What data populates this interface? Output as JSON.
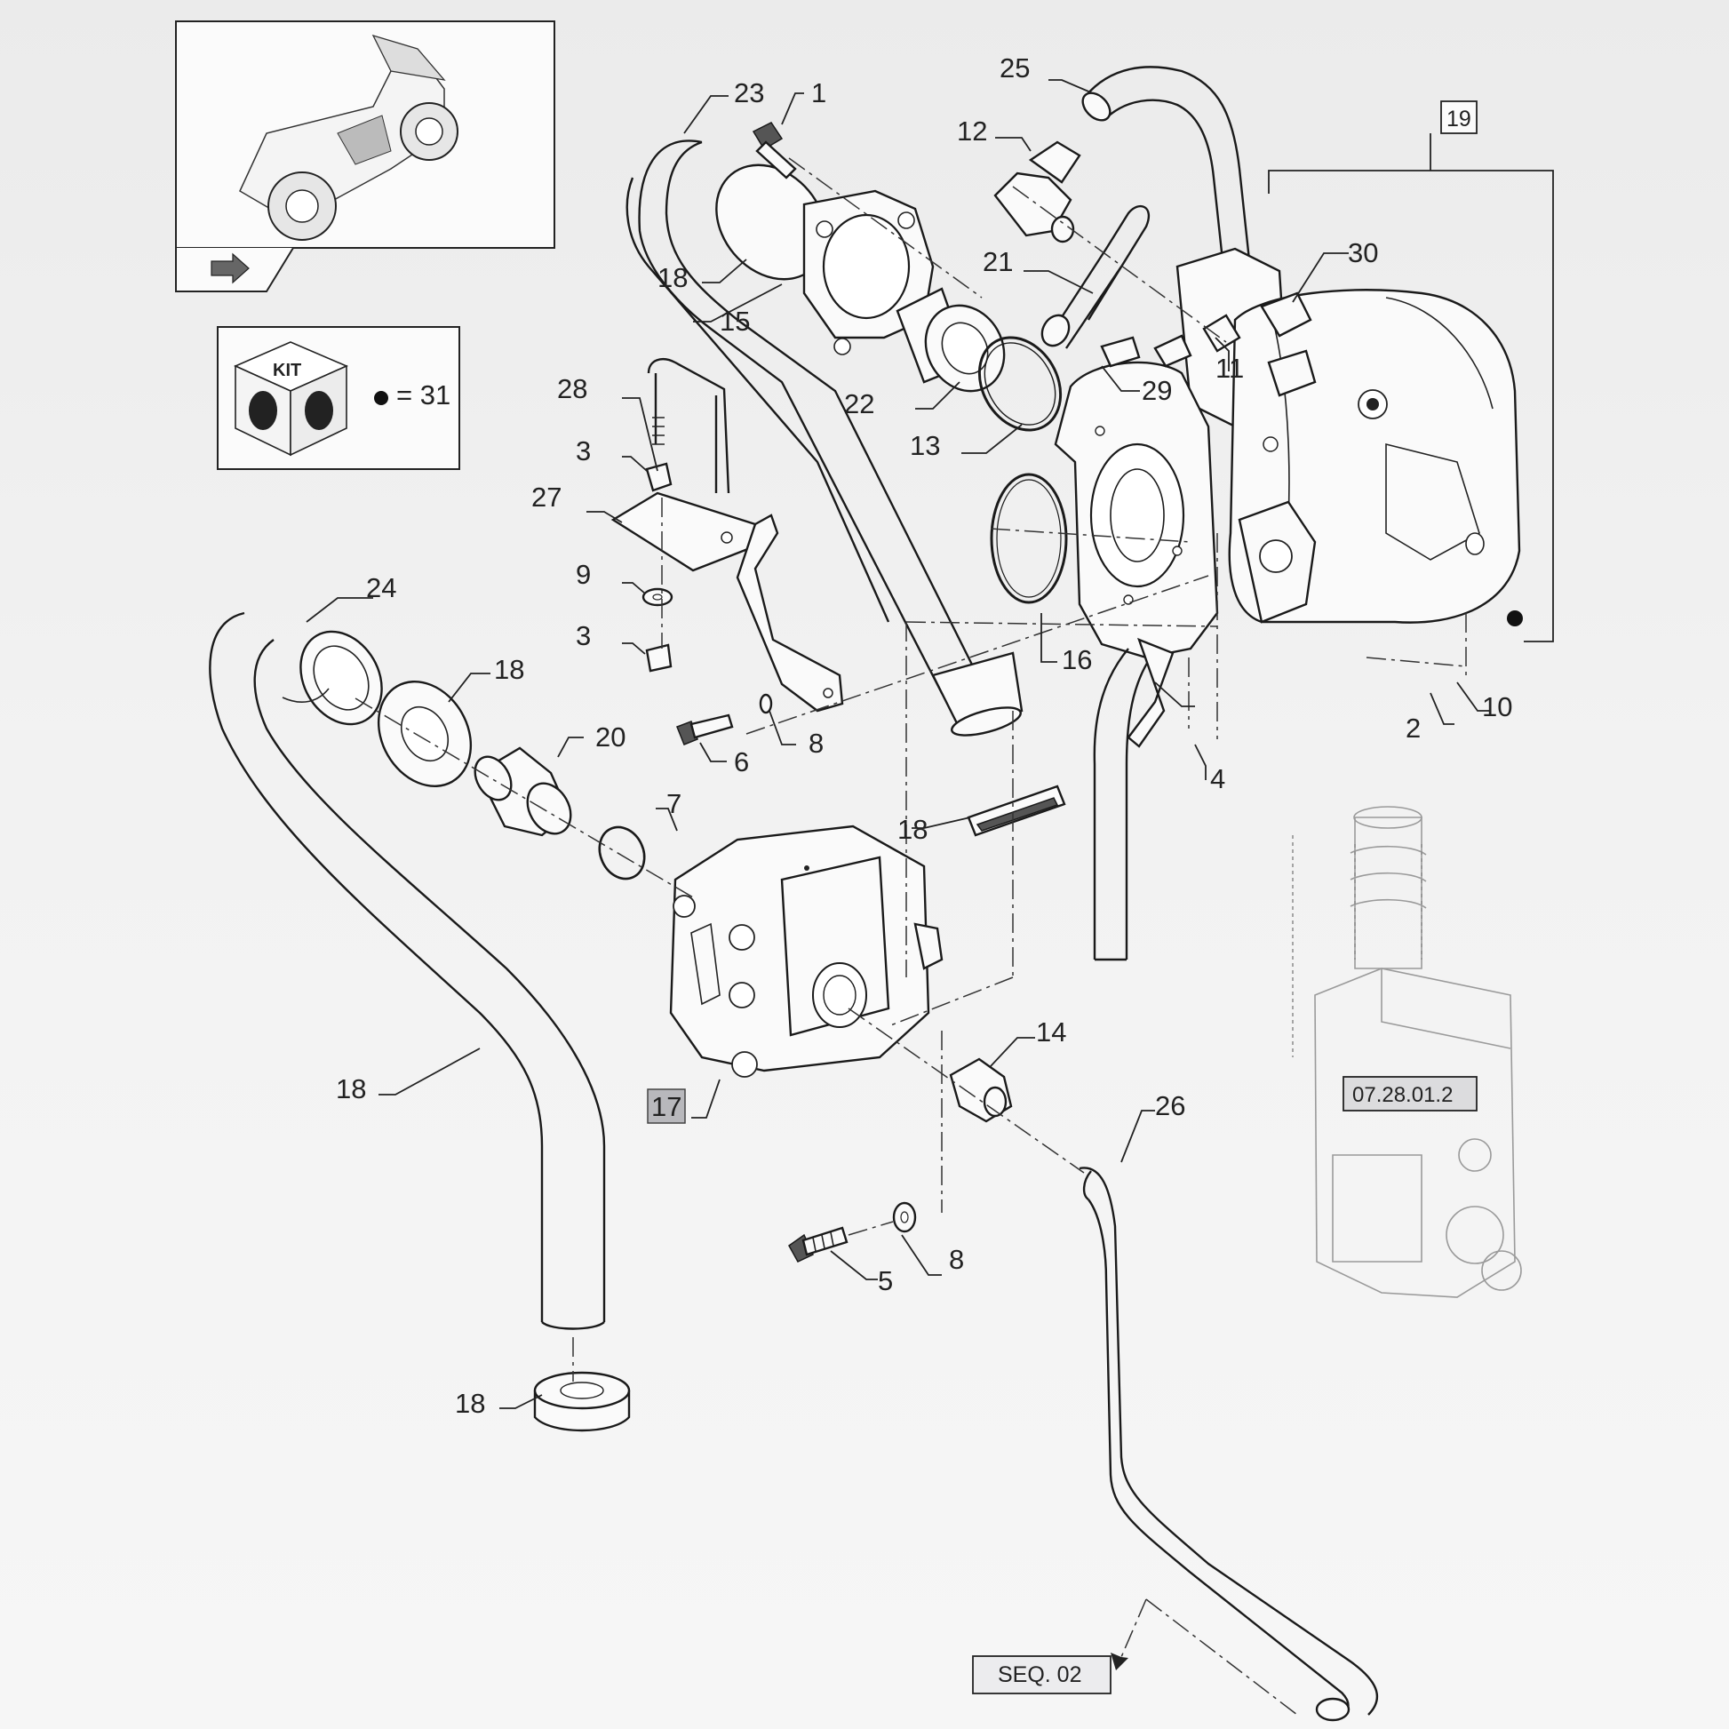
{
  "callouts": {
    "c1": "1",
    "c2": "2",
    "c3a": "3",
    "c3b": "3",
    "c4": "4",
    "c5": "5",
    "c6": "6",
    "c7": "7",
    "c8a": "8",
    "c8b": "8",
    "c9": "9",
    "c10": "10",
    "c11": "11",
    "c12": "12",
    "c13": "13",
    "c14": "14",
    "c15": "15",
    "c16": "16",
    "c17": "17",
    "c18a": "18",
    "c18b": "18",
    "c18c": "18",
    "c18d": "18",
    "c18e": "18",
    "c19": "19",
    "c20": "20",
    "c21": "21",
    "c22": "22",
    "c23": "23",
    "c24": "24",
    "c25": "25",
    "c26": "26",
    "c27": "27",
    "c28": "28",
    "c29": "29",
    "c30": "30"
  },
  "kit": {
    "label": "KIT",
    "equals": "= 31"
  },
  "references": {
    "ref1": "07.28.01.2",
    "ref2": "SEQ. 02"
  },
  "colors": {
    "highlight": "#b8b8bc",
    "line": "#1a1a1a",
    "background": "#f0f0f0"
  },
  "icons": {
    "kit": "kit-box-icon",
    "navigate": "arrow-right-icon",
    "bullet": "black-dot-icon"
  }
}
